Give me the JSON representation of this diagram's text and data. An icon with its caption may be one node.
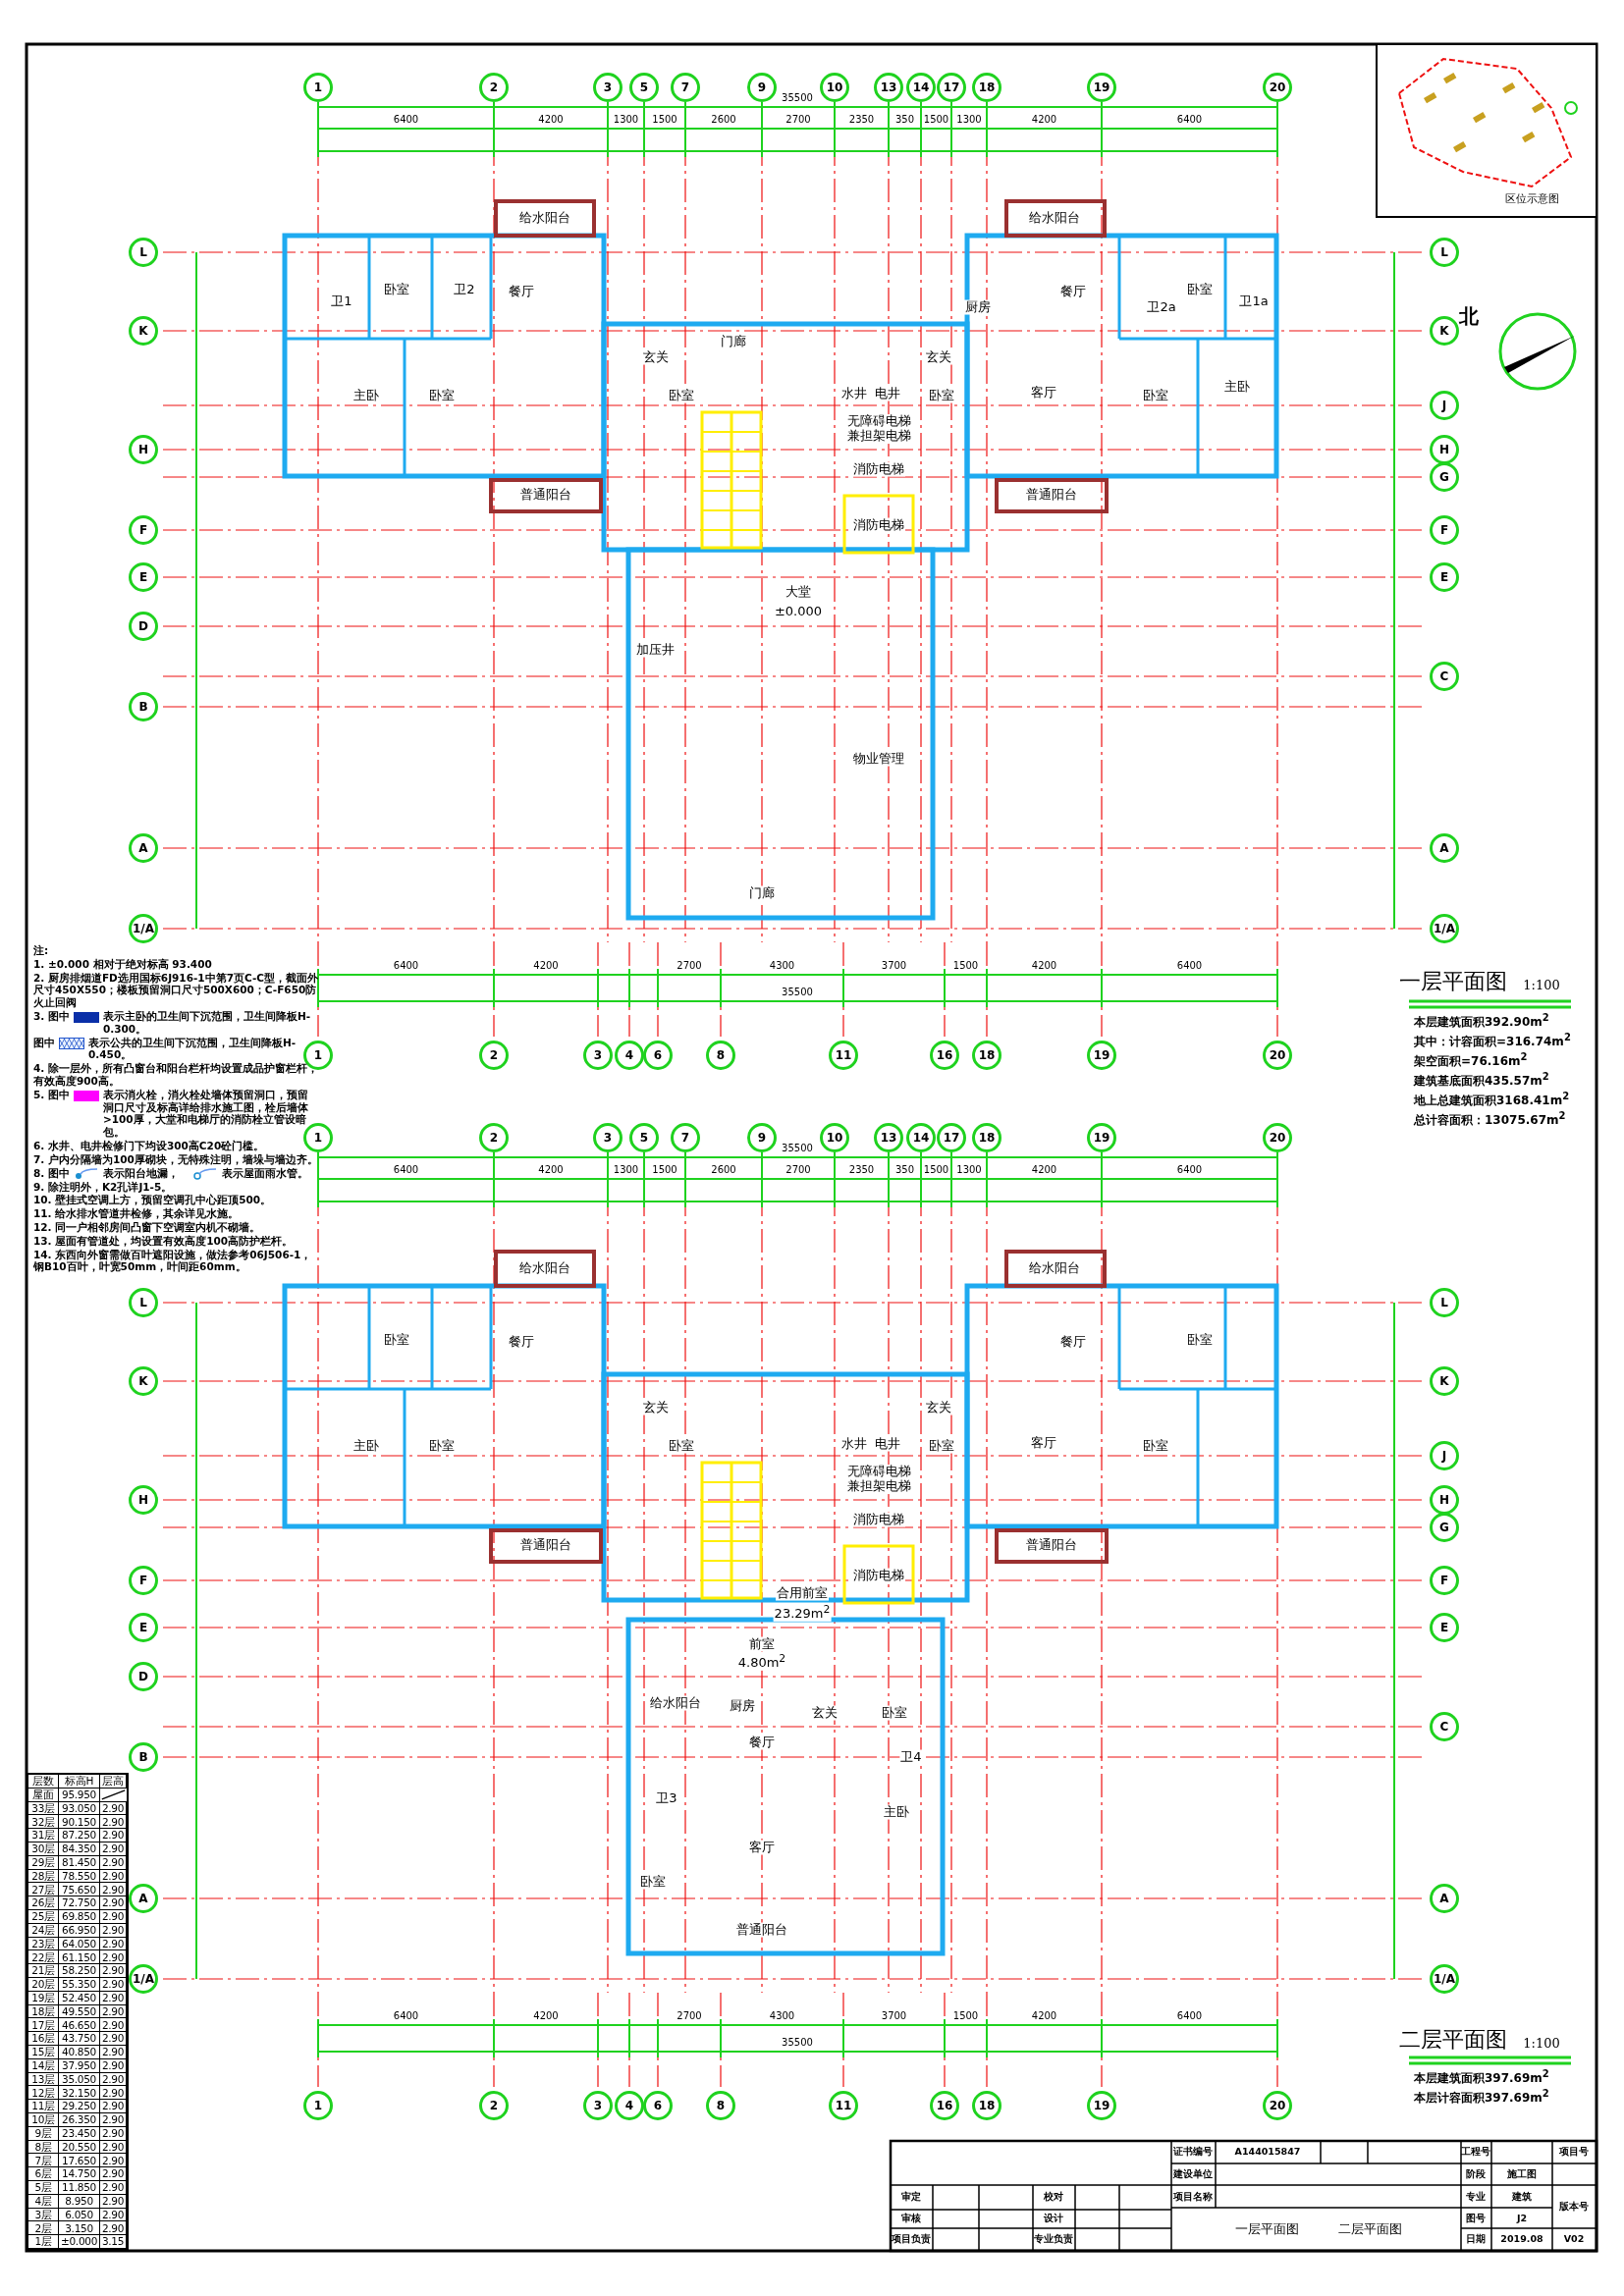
{
  "diagram": {
    "nodes": [
      {
        "text": [
          "1"
        ]
      },
      {
        "text": [
          "2"
        ]
      },
      {
        "text": [
          "3"
        ]
      },
      {
        "text": [
          "5"
        ]
      },
      {
        "text": [
          "7"
        ]
      },
      {
        "text": [
          "9"
        ]
      },
      {
        "text": [
          "10"
        ]
      },
      {
        "text": [
          "13"
        ]
      },
      {
        "text": [
          "14"
        ]
      },
      {
        "text": [
          "17"
        ]
      },
      {
        "text": [
          "18"
        ]
      },
      {
        "text": [
          "19"
        ]
      },
      {
        "text": [
          "20"
        ]
      },
      {
        "text": [
          "L"
        ]
      },
      {
        "text": [
          "K"
        ]
      },
      {
        "text": [
          "H"
        ]
      },
      {
        "text": [
          "F"
        ]
      },
      {
        "text": [
          "E"
        ]
      },
      {
        "text": [
          "D"
        ]
      },
      {
        "text": [
          "B"
        ]
      },
      {
        "text": [
          "A"
        ]
      },
      {
        "text": [
          "1/A"
        ]
      },
      {
        "text": [
          "L"
        ]
      },
      {
        "text": [
          "K"
        ]
      },
      {
        "text": [
          "J"
        ]
      },
      {
        "text": [
          "H"
        ]
      },
      {
        "text": [
          "G"
        ]
      },
      {
        "text": [
          "F"
        ]
      },
      {
        "text": [
          "E"
        ]
      },
      {
        "text": [
          "C"
        ]
      },
      {
        "text": [
          "A"
        ]
      },
      {
        "text": [
          "1/A"
        ]
      },
      {
        "text": [
          "1"
        ]
      },
      {
        "text": [
          "2"
        ]
      },
      {
        "text": [
          "3"
        ]
      },
      {
        "text": [
          "4"
        ]
      },
      {
        "text": [
          "6"
        ]
      },
      {
        "text": [
          "8"
        ]
      },
      {
        "text": [
          "11"
        ]
      },
      {
        "text": [
          "16"
        ]
      },
      {
        "text": [
          "18"
        ]
      },
      {
        "text": [
          "19"
        ]
      },
      {
        "text": [
          "20"
        ]
      },
      {
        "text": [
          "1"
        ]
      },
      {
        "text": [
          "2"
        ]
      },
      {
        "text": [
          "3"
        ]
      },
      {
        "text": [
          "5"
        ]
      },
      {
        "text": [
          "7"
        ]
      },
      {
        "text": [
          "9"
        ]
      },
      {
        "text": [
          "10"
        ]
      },
      {
        "text": [
          "13"
        ]
      },
      {
        "text": [
          "14"
        ]
      },
      {
        "text": [
          "17"
        ]
      },
      {
        "text": [
          "18"
        ]
      },
      {
        "text": [
          "19"
        ]
      },
      {
        "text": [
          "20"
        ]
      },
      {
        "text": [
          "L"
        ]
      },
      {
        "text": [
          "K"
        ]
      },
      {
        "text": [
          "H"
        ]
      },
      {
        "text": [
          "F"
        ]
      },
      {
        "text": [
          "E"
        ]
      },
      {
        "text": [
          "D"
        ]
      },
      {
        "text": [
          "B"
        ]
      },
      {
        "text": [
          "A"
        ]
      },
      {
        "text": [
          "1/A"
        ]
      },
      {
        "text": [
          "L"
        ]
      },
      {
        "text": [
          "K"
        ]
      },
      {
        "text": [
          "J"
        ]
      },
      {
        "text": [
          "H"
        ]
      },
      {
        "text": [
          "G"
        ]
      },
      {
        "text": [
          "F"
        ]
      },
      {
        "text": [
          "E"
        ]
      },
      {
        "text": [
          "C"
        ]
      },
      {
        "text": [
          "A"
        ]
      },
      {
        "text": [
          "1/A"
        ]
      },
      {
        "text": [
          "1"
        ]
      },
      {
        "text": [
          "2"
        ]
      },
      {
        "text": [
          "3"
        ]
      },
      {
        "text": [
          "4"
        ]
      },
      {
        "text": [
          "6"
        ]
      },
      {
        "text": [
          "8"
        ]
      },
      {
        "text": [
          "11"
        ]
      },
      {
        "text": [
          "16"
        ]
      },
      {
        "text": [
          "18"
        ]
      },
      {
        "text": [
          "19"
        ]
      },
      {
        "text": [
          "20"
        ]
      }
    ],
    "labels": [
      "卧室",
      "卫1",
      "卫2",
      "餐厅",
      "给水阳台",
      "主卧",
      "卧室",
      "普通阳台",
      "玄关",
      "卧室",
      "门廊",
      "水井",
      "电井",
      "无障碍电梯兼担架电梯",
      "消防电梯",
      "消防电梯",
      "大堂",
      "±0.000",
      "加压井",
      "物业管理",
      "门廊",
      "厨房",
      "给水阳台",
      "餐厅",
      "卫2a",
      "卧室",
      "卫1a",
      "玄关",
      "卧室",
      "客厅",
      "卧室",
      "主卧",
      "普通阳台",
      "35500",
      "6400",
      "4200",
      "1300",
      "1500",
      "2600",
      "2700",
      "2350",
      "350",
      "1500",
      "1300",
      "4200",
      "6400",
      "6400",
      "4200",
      "2700",
      "4300",
      "3700",
      "1500",
      "4200",
      "6400",
      "35500",
      "一层平面图",
      "1:100",
      "本层建筑面积392.90m$^{2}$",
      "其中：计容面积=316.74m$^{2}$",
      "架空面积=76.16m$^{2}$",
      "建筑基底面积435.57m$^{2}$",
      "地上总建筑面积3168.41m$^{2}$",
      "总计容面积：13075.67m$^{2}$",
      "卧室",
      "餐厅",
      "给水阳台",
      "主卧",
      "卧室",
      "普通阳台",
      "玄关",
      "卧室",
      "水井",
      "电井",
      "无障碍电梯兼担架电梯",
      "消防电梯",
      "合用前室",
      "23.29m$^{2}$",
      "消防电梯",
      "前室",
      "4.80m$^{2}$",
      "给水阳台",
      "厨房",
      "玄关",
      "卧室",
      "餐厅",
      "卫4",
      "卫3",
      "主卧",
      "客厅",
      "卧室",
      "普通阳台",
      "给水阳台",
      "餐厅",
      "卧室",
      "玄关",
      "卧室",
      "客厅",
      "卧室",
      "普通阳台",
      "35500",
      "6400",
      "4200",
      "1300",
      "1500",
      "2600",
      "2700",
      "2350",
      "350",
      "1500",
      "1300",
      "4200",
      "6400",
      "6400",
      "4200",
      "2700",
      "4300",
      "3700",
      "1500",
      "4200",
      "6400",
      "35500",
      "二层平面图",
      "1:100",
      "本层建筑面积397.69m$^{2}$",
      "本层计容面积397.69m$^{2}$",
      "注:",
      "1. ±0.000 相对于绝对标高 93.400",
      "2. 厨房排烟道FD选用国标6J916-1中第7页C-C型，截面外尺寸450X550；楼板预留洞口尺寸500X600；C-F650防火止回阀",
      "3. 图中",
      "图中",
      "4. 除一层外，所有凸窗台和阳台栏杆均设置成品护窗栏杆，有效高度900高。",
      "5. 图中",
      "6. 水井、电井检修门下均设300高C20砼门槛。",
      "7. 户内分隔墙为100厚砌块，无特殊注明，墙垛与墙边齐。",
      "8. 图中",
      "9. 除注明外，K2孔详J1-5。",
      "10. 壁挂式空调上方，预留空调孔中心距顶500。",
      "11. 给水排水管道井检修，其余详见水施。",
      "12. 同一户相邻房间凸窗下空调室内机不砌墙。",
      "13. 屋面有管道处，均设置有效高度100高防护栏杆。",
      "14. 东西向外窗需做百叶遮阳设施，做法参考06J506-1，钢B10百叶，叶宽50mm，叶间距60mm。",
      "区位示意图",
      "北",
      "层数",
      "标高H",
      "层高",
      "屋面",
      "95.950",
      "33层",
      "93.050",
      "2.90",
      "32层",
      "90.150",
      "2.90",
      "31层",
      "87.250",
      "2.90",
      "30层",
      "84.350",
      "2.90",
      "29层",
      "81.450",
      "2.90",
      "28层",
      "78.550",
      "2.90",
      "27层",
      "75.650",
      "2.90",
      "26层",
      "72.750",
      "2.90",
      "25层",
      "69.850",
      "2.90",
      "24层",
      "66.950",
      "2.90",
      "23层",
      "64.050",
      "2.90",
      "22层",
      "61.150",
      "2.90",
      "21层",
      "58.250",
      "2.90",
      "20层",
      "55.350",
      "2.90",
      "19层",
      "52.450",
      "2.90",
      "18层",
      "49.550",
      "2.90",
      "17层",
      "46.650",
      "2.90",
      "16层",
      "43.750",
      "2.90",
      "15层",
      "40.850",
      "2.90",
      "14层",
      "37.950",
      "2.90",
      "13层",
      "35.050",
      "2.90",
      "12层",
      "32.150",
      "2.90",
      "11层",
      "29.250",
      "2.90",
      "10层",
      "26.350",
      "2.90",
      "9层",
      "23.450",
      "2.90",
      "8层",
      "20.550",
      "2.90",
      "7层",
      "17.650",
      "2.90",
      "6层",
      "14.750",
      "2.90",
      "5层",
      "11.850",
      "2.90",
      "4层",
      "8.950",
      "2.90",
      "3层",
      "6.050",
      "2.90",
      "2层",
      "3.150",
      "2.90",
      "1层",
      "±0.000",
      "3.15",
      "证书编号",
      "A144015847",
      "工程号",
      "项目号",
      "建设单位",
      "阶段",
      "施工图",
      "审定",
      "校对",
      "项目名称",
      "专业",
      "建筑",
      "版本号",
      "审核",
      "设计",
      "图号",
      "J2",
      "一层平面图",
      "二层平面图",
      "项目负责",
      "专业负责",
      "日期",
      "2019.08",
      "V02"
    ],
    "legend": [
      {
        "text": "表示主卧的卫生间下沉范围，卫生间降板H-0.300。",
        "color": "#0a2fa8"
      },
      {
        "text": "表示公共的卫生间下沉范围，卫生间降板H-0.450。"
      },
      {
        "text": "表示消火栓，消火栓处墙体预留洞口，预留洞口尺寸及标高详给排水施工图，栓后墙体>100厚，大堂和电梯厅的消防栓立管设暗包。",
        "color": "#ff00ff"
      },
      {
        "text": "表示阳台地漏，"
      },
      {
        "text": "表示屋面雨水管。"
      }
    ]
  }
}
